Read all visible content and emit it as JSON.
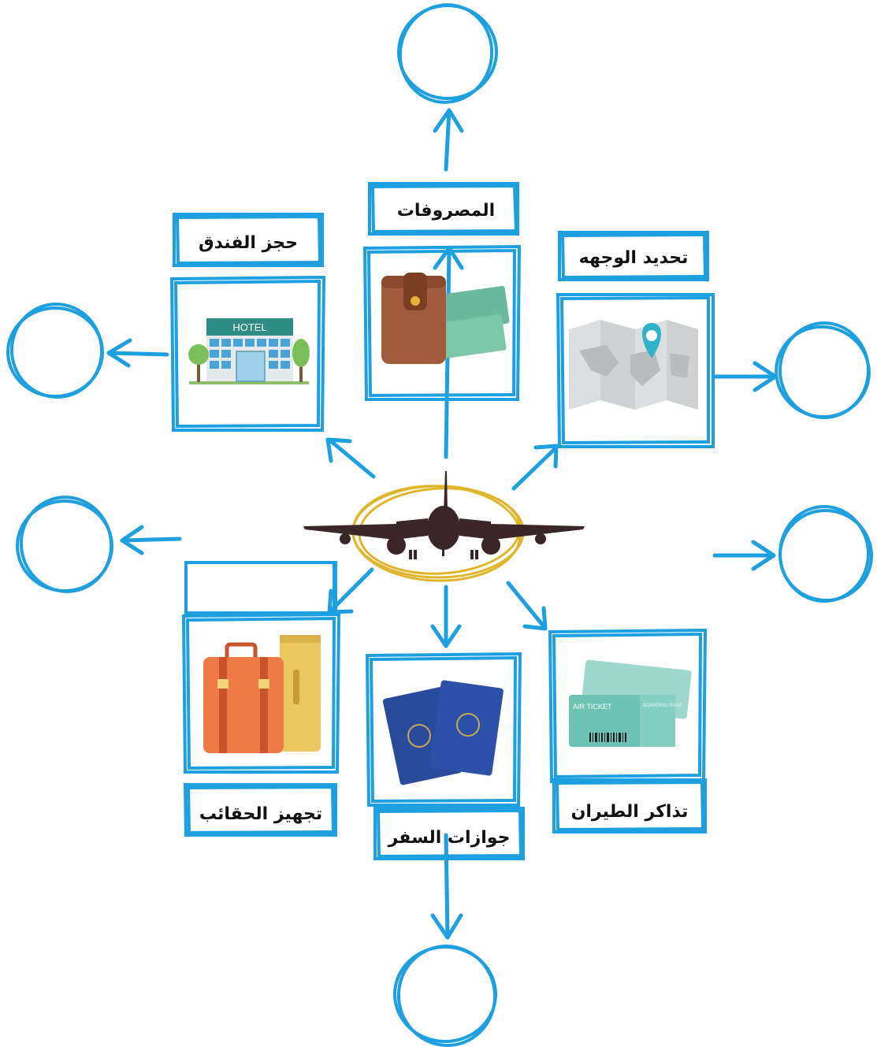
{
  "center": {
    "icon": "airplane-icon"
  },
  "colors": {
    "accent": "#1e9fe0",
    "ring": "#e1b52a",
    "plane": "#3a2628"
  },
  "topics": [
    {
      "id": "expenses",
      "label": "المصروفات",
      "icon": "wallet-money-icon"
    },
    {
      "id": "hotel",
      "label": "حجز الفندق",
      "icon": "hotel-icon",
      "sign": "HOTEL"
    },
    {
      "id": "destination",
      "label": "تحديد الوجهه",
      "icon": "map-pin-icon"
    },
    {
      "id": "luggage",
      "label": "تجهيز الحقائب",
      "icon": "suitcase-icon"
    },
    {
      "id": "passports",
      "label": "جوازات السفر",
      "icon": "passport-icon"
    },
    {
      "id": "tickets",
      "label": "تذاكر الطيران",
      "icon": "ticket-icon",
      "ticket_title": "AIR TICKET",
      "ticket_pass": "BOARDING PASS"
    }
  ]
}
